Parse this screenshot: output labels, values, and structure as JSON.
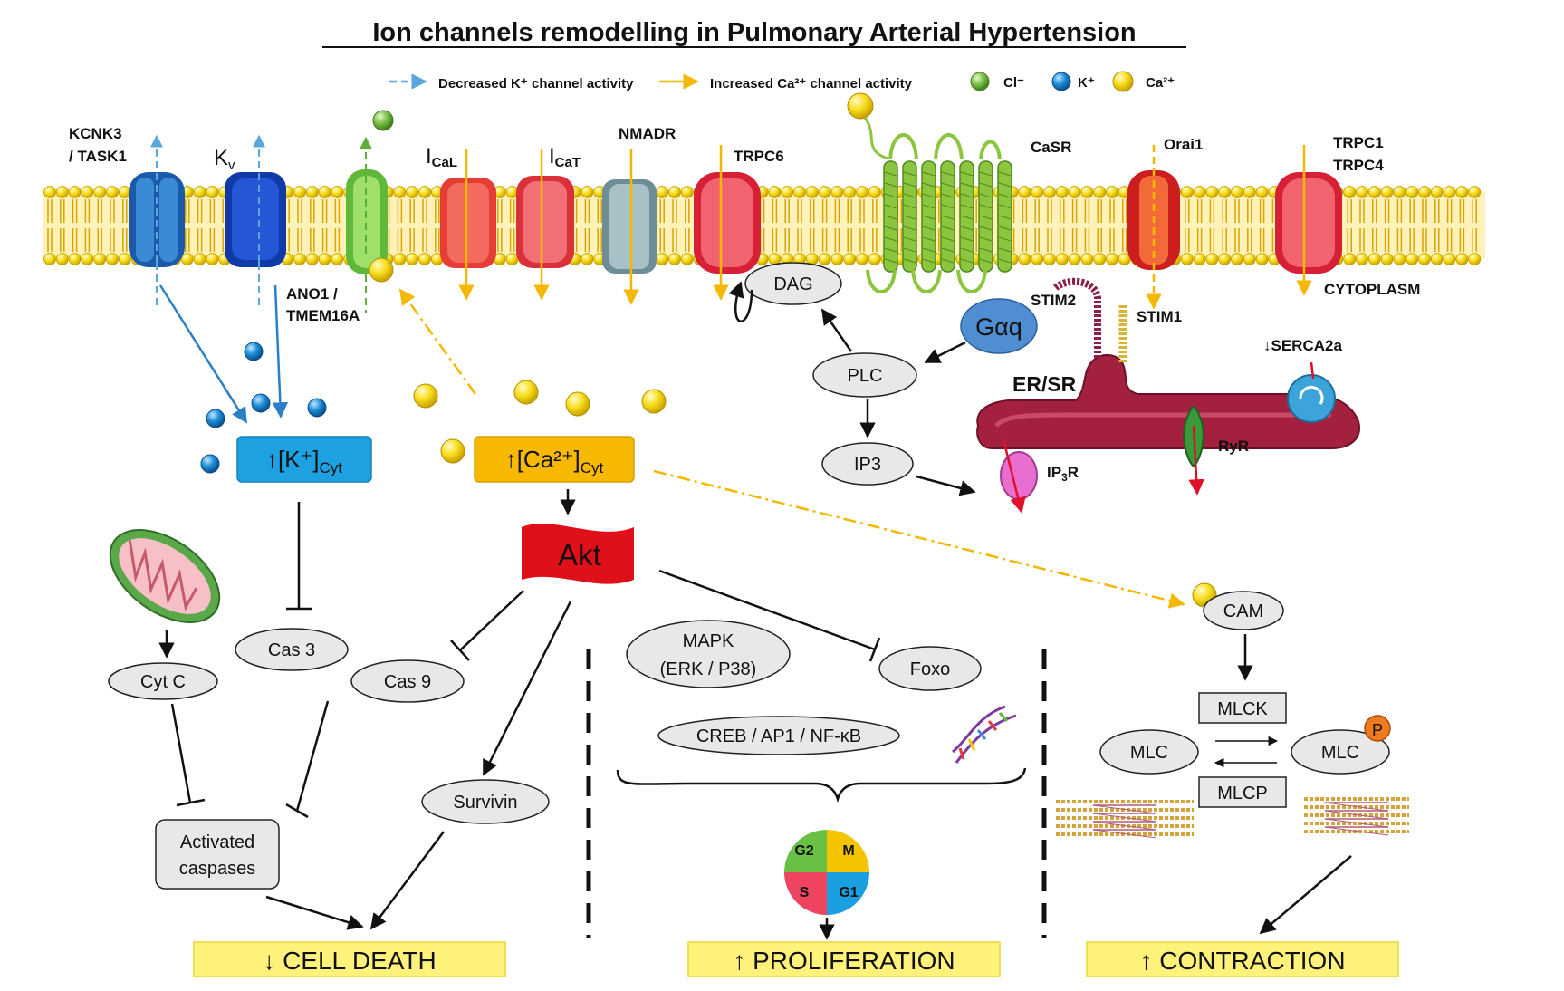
{
  "title": "Ion channels remodelling in Pulmonary Arterial Hypertension",
  "legend": {
    "decreased_k": "Decreased K⁺ channel activity",
    "increased_ca": "Increased Ca²⁺ channel activity",
    "cl": "Cl⁻",
    "k": "K⁺",
    "ca": "Ca²⁺"
  },
  "channels": {
    "kcnk3_line1": "KCNK3",
    "kcnk3_line2": "/ TASK1",
    "kv_main": "K",
    "kv_sub": "v",
    "ano1_line1": "ANO1 /",
    "ano1_line2": "TMEM16A",
    "ical_main": "I",
    "ical_sub": "CaL",
    "icat_main": "I",
    "icat_sub": "CaT",
    "nmadr": "NMADR",
    "trpc6": "TRPC6",
    "casr": "CaSR",
    "orai1": "Orai1",
    "trpc1": "TRPC1",
    "trpc4": "TRPC4",
    "cytoplasm": "CYTOPLASM"
  },
  "signaling": {
    "dag": "DAG",
    "plc": "PLC",
    "ip3": "IP3",
    "gaq": "Gαq",
    "stim2": "STIM2",
    "stim1": "STIM1",
    "er_sr": "ER/SR",
    "serca": "↓SERCA2a",
    "ryr": "RyR",
    "ip3r_main": "IP",
    "ip3r_sub": "3",
    "ip3r_end": "R"
  },
  "central": {
    "k_cyt": "↑[K⁺]",
    "k_cyt_sub": "Cyt",
    "ca_cyt": "↑[Ca²⁺]",
    "ca_cyt_sub": "Cyt",
    "akt": "Akt"
  },
  "death": {
    "cyt_c": "Cyt C",
    "cas3": "Cas 3",
    "cas9": "Cas 9",
    "survivin": "Survivin",
    "activated_line1": "Activated",
    "activated_line2": "caspases",
    "outcome": "↓ CELL DEATH"
  },
  "proliferation": {
    "mapk_line1": "MAPK",
    "mapk_line2": "(ERK / P38)",
    "foxo": "Foxo",
    "creb": "CREB / AP1 / NF-κB",
    "g2": "G2",
    "m": "M",
    "s": "S",
    "g1": "G1",
    "outcome": "↑ PROLIFERATION"
  },
  "contraction": {
    "cam": "CAM",
    "mlck": "MLCK",
    "mlc_left": "MLC",
    "mlc_right": "MLC",
    "phospho": "P",
    "mlcp": "MLCP",
    "outcome": "↑ CONTRACTION"
  },
  "colors": {
    "k_blue": "#4aa3df",
    "ca_yellow": "#f5c200",
    "cl_green": "#6fbf44",
    "k_box": "#1ea1e0",
    "ca_box": "#f7b900",
    "akt_red": "#e0101a",
    "outcome_fill": "#fff27a",
    "er_red": "#9b1b3a"
  }
}
